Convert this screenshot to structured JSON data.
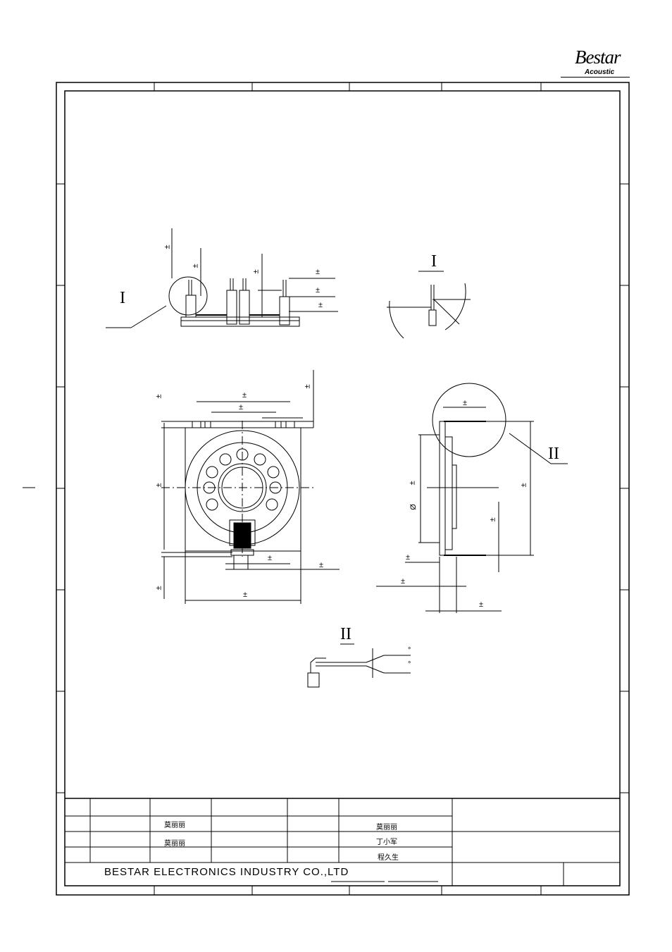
{
  "logo": {
    "brand": "Bestar",
    "sub": "Acoustic"
  },
  "title_block": {
    "company": "BESTAR ELECTRONICS INDUSTRY CO.,LTD",
    "names": {
      "drawn1": "莫丽丽",
      "drawn2": "莫丽丽",
      "checked1": "莫丽丽",
      "checked2": "丁小军",
      "approved": "程久生"
    }
  },
  "views": {
    "detail1_label": "I",
    "detail2_label": "II",
    "pm_symbol": "±",
    "dia_symbol": "Ø",
    "deg_symbol": "°",
    "deg_symbol2": "°"
  },
  "colors": {
    "line": "#000000",
    "paper": "#ffffff"
  }
}
